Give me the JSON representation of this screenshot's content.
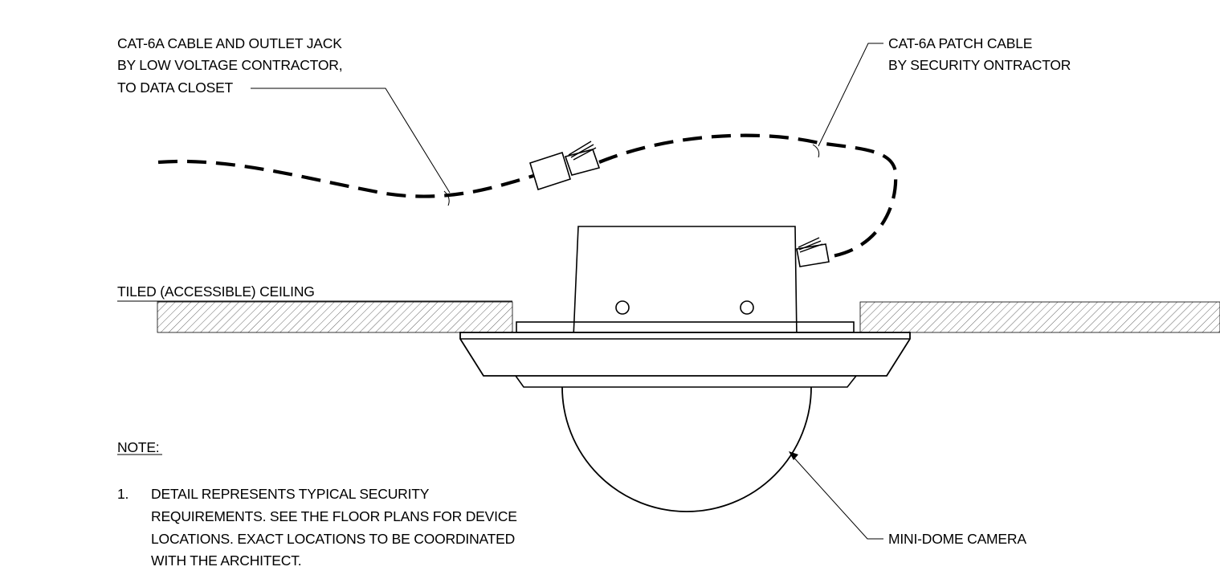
{
  "callouts": {
    "outlet_cable": {
      "lines": [
        "CAT-6A CABLE AND OUTLET JACK",
        "BY LOW VOLTAGE CONTRACTOR,",
        "TO DATA CLOSET"
      ]
    },
    "patch_cable": {
      "lines": [
        "CAT-6A PATCH CABLE",
        "BY SECURITY ONTRACTOR"
      ]
    },
    "ceiling": "TILED (ACCESSIBLE) CEILING",
    "camera": "MINI-DOME CAMERA"
  },
  "notes": {
    "heading": "NOTE:",
    "items": [
      {
        "number": "1.",
        "lines": [
          "DETAIL REPRESENTS TYPICAL SECURITY",
          "REQUIREMENTS.  SEE THE FLOOR PLANS FOR DEVICE",
          "LOCATIONS.  EXACT LOCATIONS TO BE COORDINATED",
          "WITH THE ARCHITECT."
        ]
      }
    ]
  }
}
